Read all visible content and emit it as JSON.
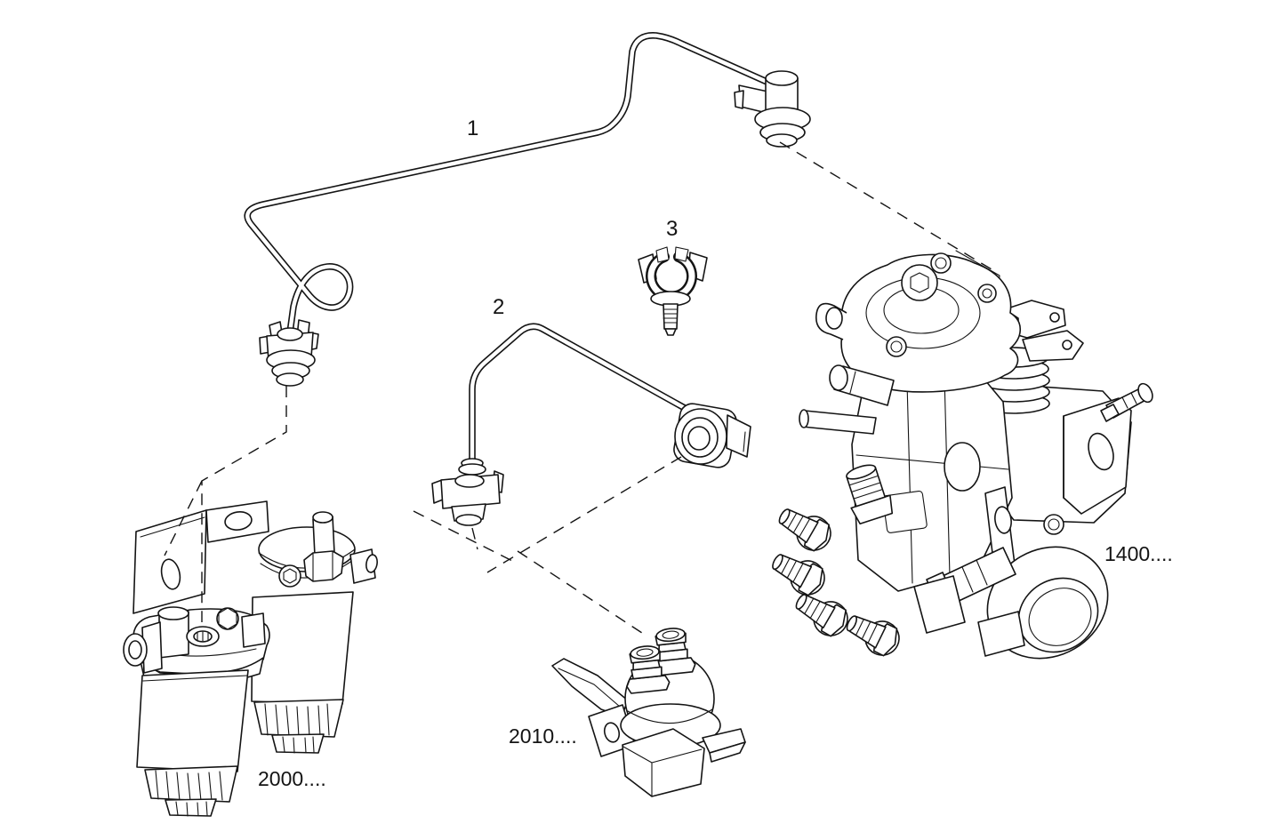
{
  "colors": {
    "background": "#ffffff",
    "line": "#141414"
  },
  "labels": {
    "pipe_1": "1",
    "pipe_2": "2",
    "clip": "3",
    "injection_pump": "1400....",
    "fuel_filter": "2000....",
    "feed_pump": "2010...."
  }
}
